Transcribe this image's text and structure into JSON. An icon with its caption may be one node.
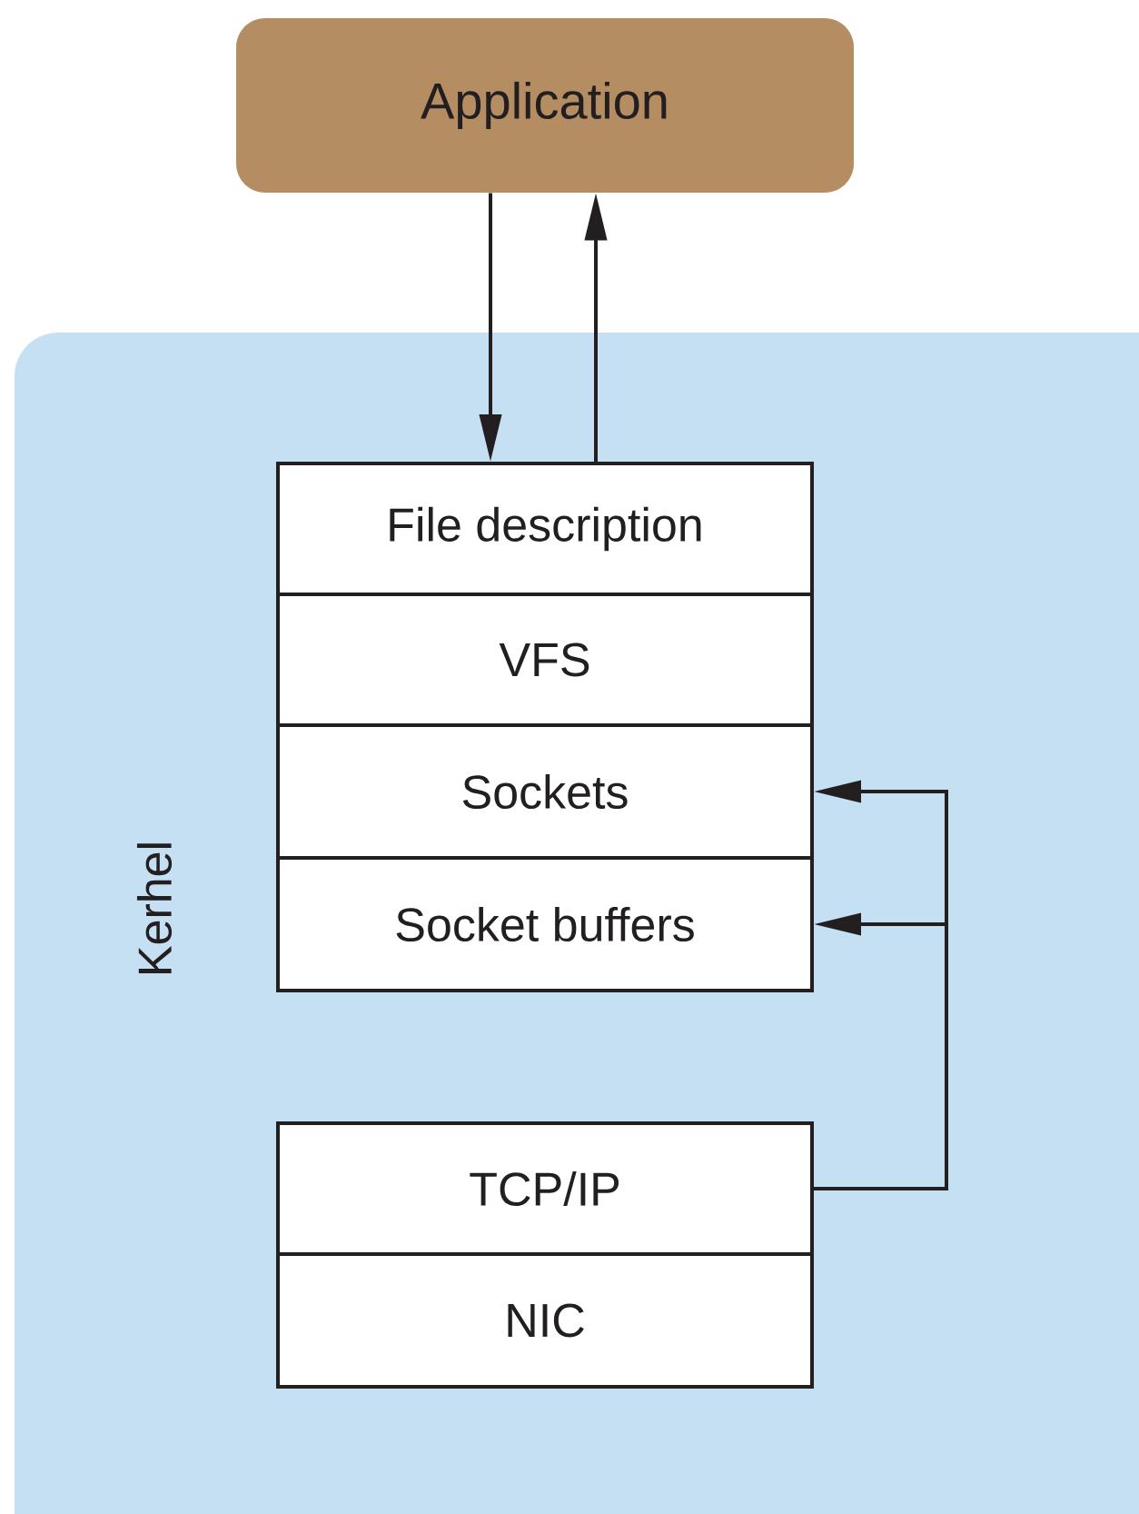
{
  "diagram": {
    "nodes": [
      {
        "text": [
          "Application"
        ]
      },
      {
        "text": [
          "Kerhel"
        ]
      },
      {
        "text": [
          "File description"
        ],
        "in": 1
      },
      {
        "text": [
          "VFS"
        ],
        "in": 1
      },
      {
        "text": [
          "Sockets"
        ],
        "in": 1
      },
      {
        "text": [
          "Socket buffers"
        ],
        "in": 1
      },
      {
        "text": [
          "TCP/IP"
        ],
        "in": 1
      },
      {
        "text": [
          "NIC"
        ],
        "in": 1
      }
    ],
    "edges": [
      {
        "from": 0,
        "to": 2,
        "arrow": "to"
      },
      {
        "from": 2,
        "to": 0,
        "arrow": "to"
      },
      {
        "from": 6,
        "to": 4,
        "arrow": "to"
      },
      {
        "from": 6,
        "to": 5,
        "arrow": "to"
      }
    ]
  }
}
